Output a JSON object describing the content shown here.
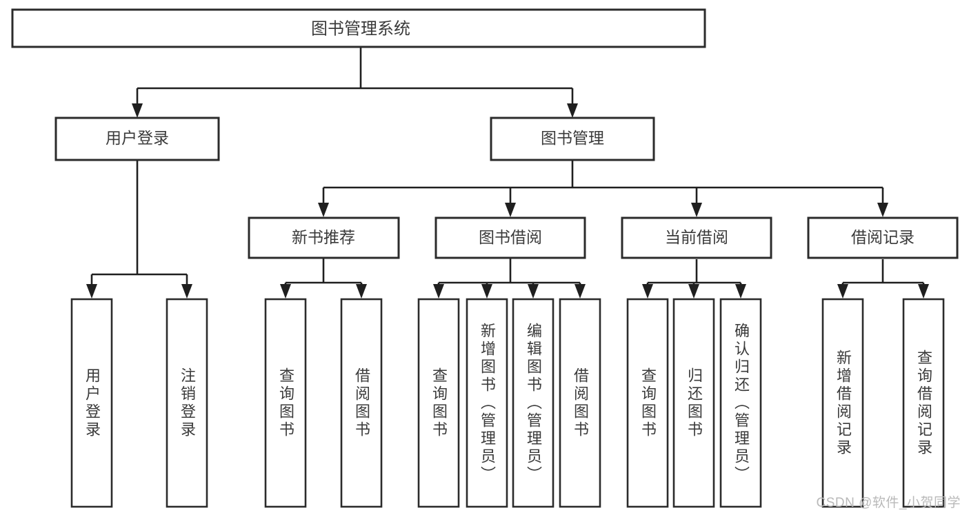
{
  "diagram": {
    "title": "图书管理系统",
    "type": "tree",
    "watermark": "CSDN @软件_小贺同学",
    "colors": {
      "background": "#ffffff",
      "box_border": "#2b2b2b",
      "connector": "#1f1f1f",
      "label_text": "#3a3a3a",
      "watermark_text": "#b9b9b9"
    },
    "root": {
      "label": "图书管理系统"
    },
    "level2": [
      {
        "label": "用户登录"
      },
      {
        "label": "图书管理"
      }
    ],
    "level3": [
      {
        "label": "新书推荐"
      },
      {
        "label": "图书借阅"
      },
      {
        "label": "当前借阅"
      },
      {
        "label": "借阅记录"
      }
    ],
    "leaves": {
      "user_login": [
        {
          "label": "用户登录"
        },
        {
          "label": "注销登录"
        }
      ],
      "new_book": [
        {
          "label": "查询图书"
        },
        {
          "label": "借阅图书"
        }
      ],
      "book_borrow": [
        {
          "label": "查询图书"
        },
        {
          "label": "新增图书（管理员）"
        },
        {
          "label": "编辑图书（管理员）"
        },
        {
          "label": "借阅图书"
        }
      ],
      "current_borrow": [
        {
          "label": "查询图书"
        },
        {
          "label": "归还图书"
        },
        {
          "label": "确认归还（管理员）"
        }
      ],
      "borrow_record": [
        {
          "label": "新增借阅记录"
        },
        {
          "label": "查询借阅记录"
        }
      ]
    }
  }
}
